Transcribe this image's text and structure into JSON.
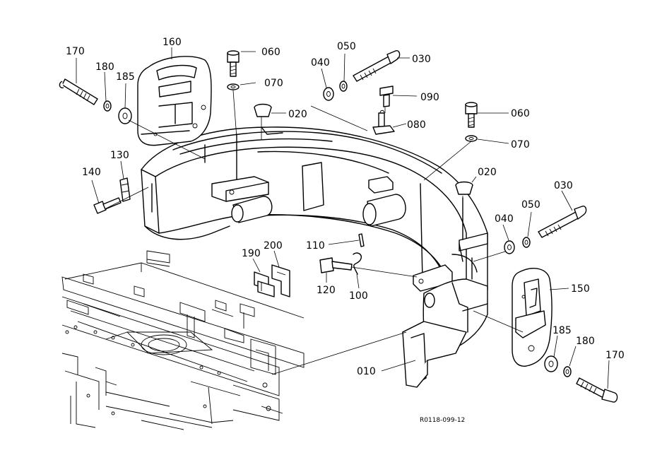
{
  "callouts": [
    {
      "id": "c170a",
      "text": "170"
    },
    {
      "id": "c180a",
      "text": "180"
    },
    {
      "id": "c185a",
      "text": "185"
    },
    {
      "id": "c160",
      "text": "160"
    },
    {
      "id": "c060a",
      "text": "060"
    },
    {
      "id": "c070a",
      "text": "070"
    },
    {
      "id": "c040a",
      "text": "040"
    },
    {
      "id": "c050a",
      "text": "050"
    },
    {
      "id": "c030a",
      "text": "030"
    },
    {
      "id": "c090",
      "text": "090"
    },
    {
      "id": "c020a",
      "text": "020"
    },
    {
      "id": "c080",
      "text": "080"
    },
    {
      "id": "c060b",
      "text": "060"
    },
    {
      "id": "c070b",
      "text": "070"
    },
    {
      "id": "c130",
      "text": "130"
    },
    {
      "id": "c140",
      "text": "140"
    },
    {
      "id": "c020b",
      "text": "020"
    },
    {
      "id": "c030b",
      "text": "030"
    },
    {
      "id": "c040b",
      "text": "040"
    },
    {
      "id": "c050b",
      "text": "050"
    },
    {
      "id": "c110",
      "text": "110"
    },
    {
      "id": "c190",
      "text": "190"
    },
    {
      "id": "c200",
      "text": "200"
    },
    {
      "id": "c120",
      "text": "120"
    },
    {
      "id": "c100",
      "text": "100"
    },
    {
      "id": "c150",
      "text": "150"
    },
    {
      "id": "c185b",
      "text": "185"
    },
    {
      "id": "c180b",
      "text": "180"
    },
    {
      "id": "c170b",
      "text": "170"
    },
    {
      "id": "c010",
      "text": "010"
    }
  ],
  "drawing_ref": "R0118-099-12"
}
